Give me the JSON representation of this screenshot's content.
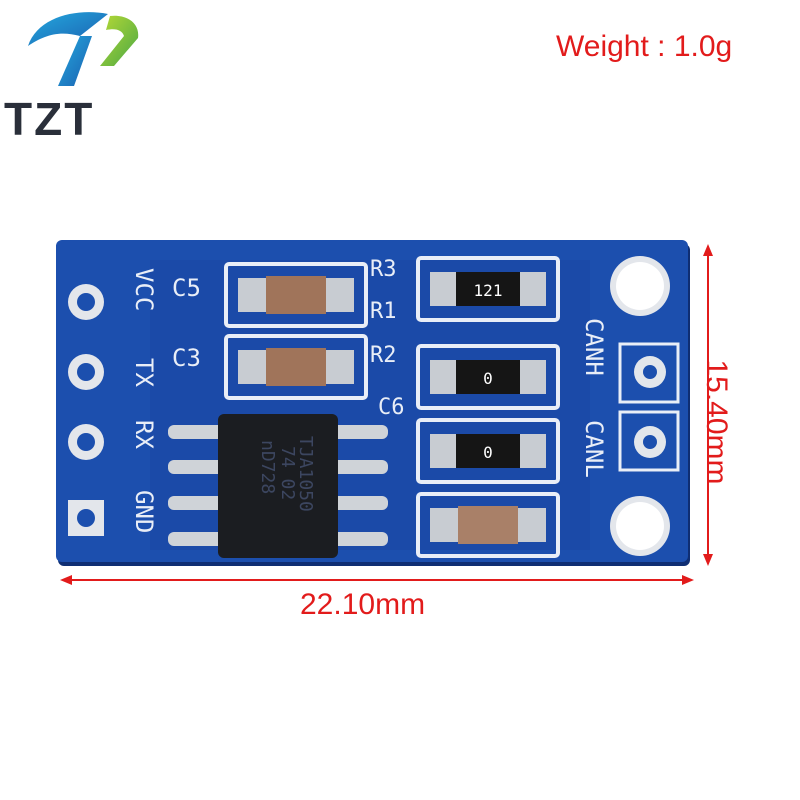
{
  "brand": {
    "name": "TZT"
  },
  "weight_label": "Weight : 1.0g",
  "dimensions": {
    "width": "22.10mm",
    "height": "15.40mm"
  },
  "board": {
    "pin_labels": [
      "VCC",
      "TX",
      "RX",
      "GND"
    ],
    "right_labels": [
      "CANH",
      "CANL"
    ],
    "component_labels": {
      "c5": "C5",
      "c3": "C3",
      "r3": "R3",
      "r1": "R1",
      "r2": "R2",
      "c6": "C6"
    },
    "resistor_codes": [
      "121",
      "0",
      "0"
    ],
    "chip_lines": [
      "TJA1050",
      "74 02",
      "nD728"
    ]
  },
  "colors": {
    "pcb": "#1a4aa8",
    "accent_text": "#e21b1b",
    "logo_cyan": "#1aa6d8",
    "logo_green": "#86c43b"
  }
}
